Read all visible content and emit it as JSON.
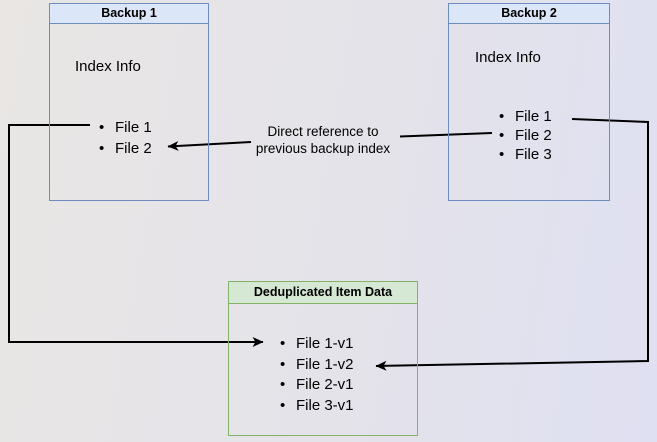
{
  "diagram": {
    "backup1": {
      "title": "Backup 1",
      "section_label": "Index Info",
      "items": [
        "File 1",
        "File 2"
      ]
    },
    "backup2": {
      "title": "Backup 2",
      "section_label": "Index Info",
      "items": [
        "File 1",
        "File 2",
        "File 3"
      ]
    },
    "dedup": {
      "title": "Deduplicated Item Data",
      "items": [
        "File 1-v1",
        "File 1-v2",
        "File 2-v1",
        "File 3-v1"
      ]
    },
    "edge_label": {
      "line1": "Direct reference to",
      "line2": "previous backup index"
    },
    "colors": {
      "backup_header_fill": "#dbe6f8",
      "backup_border": "#6c8ebf",
      "dedup_header_fill": "#d5e8d4",
      "dedup_border": "#82b366",
      "arrow": "#000000"
    }
  }
}
